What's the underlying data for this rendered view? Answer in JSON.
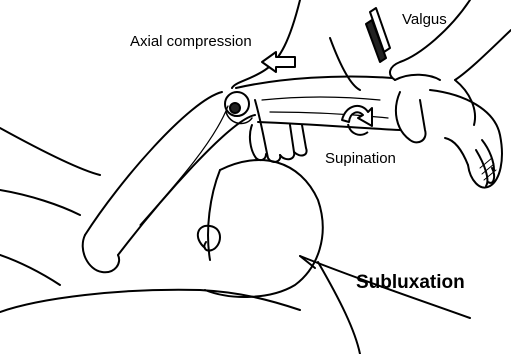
{
  "labels": {
    "axial": "Axial compression",
    "valgus": "Valgus",
    "supination": "Supination",
    "subluxation": "Subluxation"
  },
  "colors": {
    "ink": "#000000",
    "paper": "#ffffff",
    "shade": "#222222"
  },
  "icons": [
    "axial-arrow-icon",
    "valgus-arrow-icon",
    "supination-arrow-icon"
  ]
}
